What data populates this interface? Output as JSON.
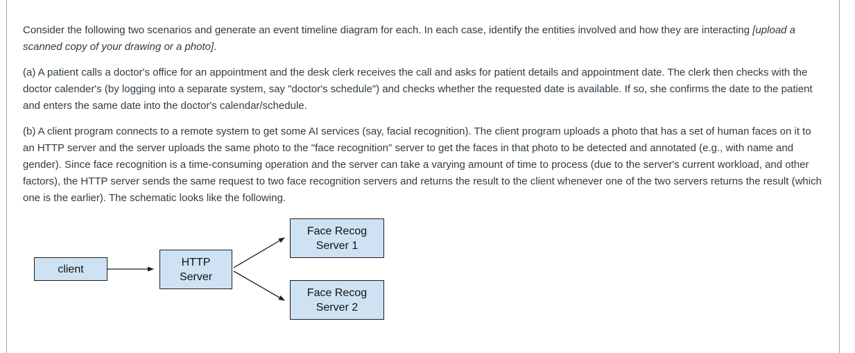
{
  "page": {
    "background": "#ffffff",
    "rule_color": "#9e9e9e",
    "text_color": "#2d3b45"
  },
  "question": {
    "intro": {
      "text": "Consider the following two scenarios and generate an event timeline diagram for each. In each case, identify the entities involved and how they are interacting",
      "italic": "[upload a scanned copy of your drawing or a photo]",
      "suffix": "."
    },
    "scenario_a": "(a) A patient calls a doctor's office for an appointment and the desk clerk receives the call and asks for patient details and appointment date. The clerk then checks with the doctor calender's (by logging into a separate system, say \"doctor's schedule\") and checks whether the requested date is available. If so, she confirms the date to the patient and enters the same date into the doctor's calendar/schedule.",
    "scenario_b": "(b) A client program connects to a remote system to get some AI services (say, facial recognition). The client program uploads a photo that has a set of human faces on it to an HTTP server and the server uploads the same photo to the \"face recognition\" server to get the faces in that photo to be detected and annotated (e.g., with name and gender). Since face recognition is a time-consuming operation and the server can take a varying amount of time to process (due to the server's current workload, and other factors), the HTTP server sends the same request to two face recognition servers and returns the result to the client whenever one of the two servers returns the result (which one is the earlier). The schematic looks like the following."
  },
  "diagram": {
    "box_fill": "#cfe2f3",
    "box_border": "#1c1c1c",
    "nodes": {
      "client": {
        "line1": "client"
      },
      "http": {
        "line1": "HTTP",
        "line2": "Server"
      },
      "fr1": {
        "line1": "Face Recog",
        "line2": "Server 1"
      },
      "fr2": {
        "line1": "Face Recog",
        "line2": "Server 2"
      }
    }
  }
}
